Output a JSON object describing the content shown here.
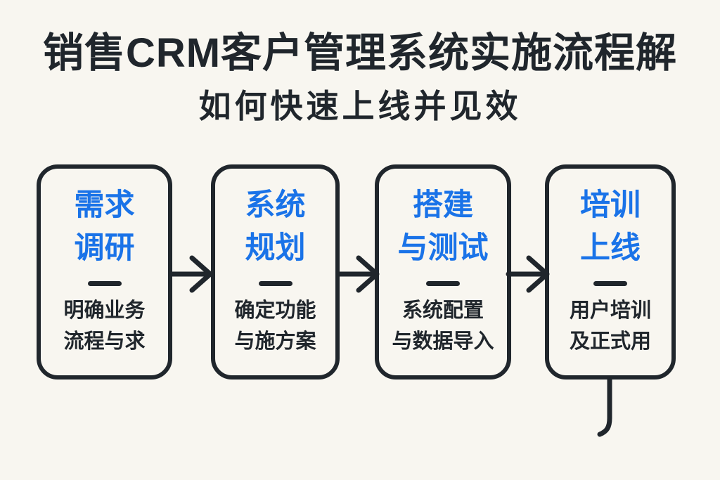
{
  "colors": {
    "background": "#f8f6f0",
    "ink": "#20262c",
    "accent_blue": "#1a73e8"
  },
  "header": {
    "title": "销售CRM客户管理系统实施流程解",
    "subtitle": "如何快速上线并见效"
  },
  "steps": [
    {
      "title_line1": "需求",
      "title_line2": "调研",
      "desc_line1": "明确业务",
      "desc_line2": "流程与求"
    },
    {
      "title_line1": "系统",
      "title_line2": "规划",
      "desc_line1": "确定功能",
      "desc_line2": "与施方案"
    },
    {
      "title_line1": "搭建",
      "title_line2": "与测试",
      "desc_line1": "系统配置",
      "desc_line2": "与数据导入"
    },
    {
      "title_line1": "培训",
      "title_line2": "上线",
      "desc_line1": "用户培训",
      "desc_line2": "及正式用"
    }
  ]
}
